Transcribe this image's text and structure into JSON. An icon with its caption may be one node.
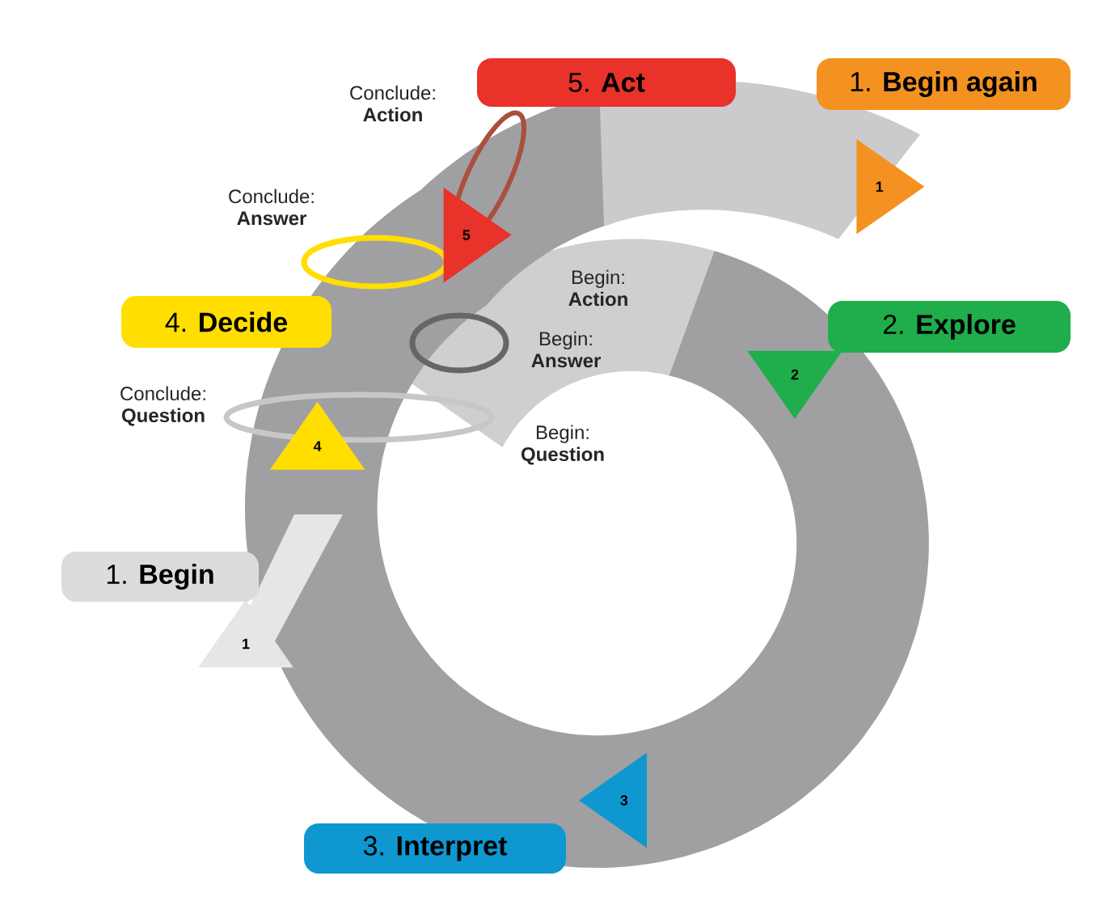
{
  "diagram": {
    "nodes": [
      {
        "text": [
          "1. **Begin**"
        ]
      },
      {
        "text": [
          "1"
        ]
      },
      {
        "text": [
          "2. **Explore**"
        ]
      },
      {
        "text": [
          "2"
        ]
      },
      {
        "text": [
          "3. **Interpret**"
        ]
      },
      {
        "text": [
          "3"
        ]
      },
      {
        "text": [
          "4. **Decide**"
        ]
      },
      {
        "text": [
          "4"
        ]
      },
      {
        "text": [
          "5. **Act**"
        ]
      },
      {
        "text": [
          "5"
        ]
      },
      {
        "text": [
          "1. **Begin again**"
        ]
      },
      {
        "text": [
          "1"
        ]
      }
    ],
    "labels": [
      "Conclude: **Action**",
      "Conclude: **Answer**",
      "Begin: **Action**",
      "Begin: **Answer**",
      "Conclude: **Question**",
      "Begin: **Question**"
    ]
  }
}
